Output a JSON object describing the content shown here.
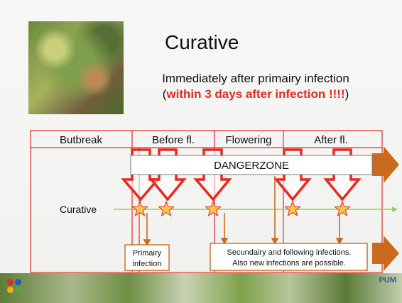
{
  "title": "Curative",
  "subtitle": {
    "line1": "Immediately after primairy infection",
    "open_paren": "(",
    "highlight": "within 3 days after infection !!!!",
    "close_paren": ")"
  },
  "colors": {
    "red": "#e8291f",
    "orange_arrow": "#c96a1d",
    "green_line": "#8fd35c",
    "star_fill": "#f7c84a",
    "star_stroke": "#e8291f"
  },
  "phases": [
    "Butbreak",
    "Before fl.",
    "Flowering",
    "After fl."
  ],
  "dangerzone_label": "DANGERZONE",
  "timeline_label": "Curative",
  "boxes": {
    "primary": [
      "Primairy",
      "infection"
    ],
    "secondary": [
      "Secundairy and following infections.",
      "Also new infections are possible."
    ]
  },
  "footer": {
    "logo_text": "PUM",
    "dot_colors": [
      "#e8291f",
      "#1f5fb0",
      "#f2b21b",
      "#55a642"
    ]
  }
}
